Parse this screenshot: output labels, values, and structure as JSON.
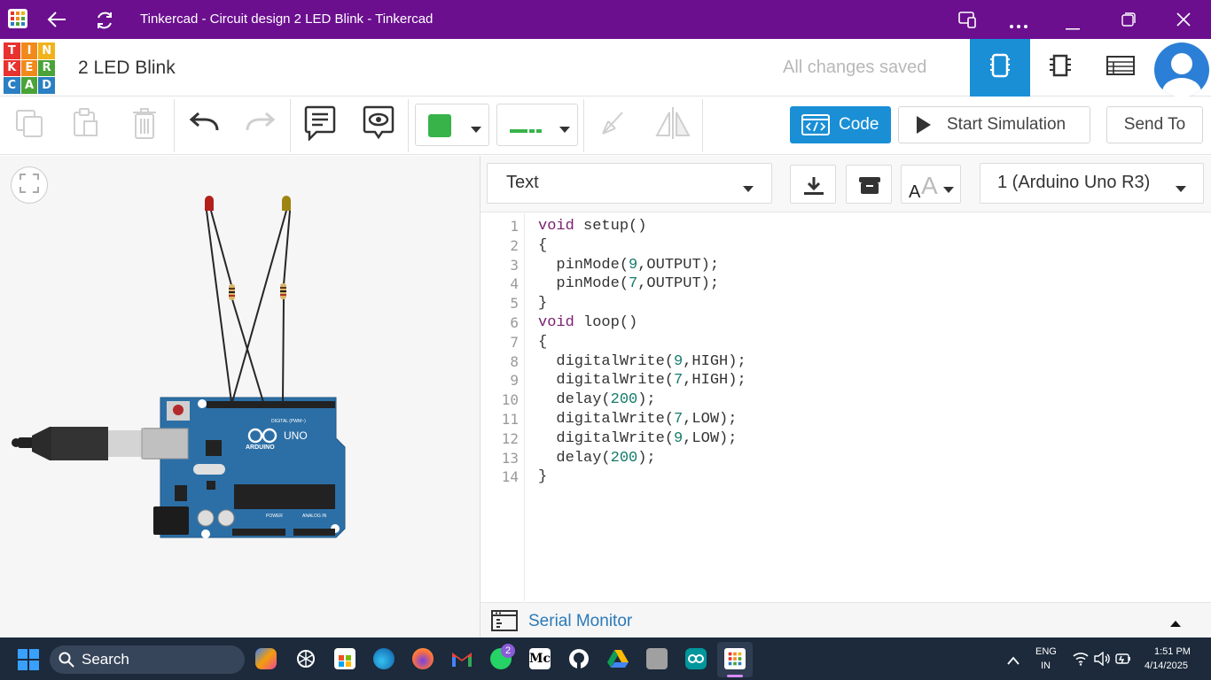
{
  "window": {
    "title": "Tinkercad - Circuit design 2 LED Blink - Tinkercad"
  },
  "header": {
    "logo_letters": [
      "T",
      "I",
      "N",
      "K",
      "E",
      "R",
      "C",
      "A",
      "D"
    ],
    "logo_colors": [
      "#e8322f",
      "#f18a1b",
      "#f1b21b",
      "#e8322f",
      "#f18a1b",
      "#4aa339",
      "#2b7fc3",
      "#4aa339",
      "#2b7fc3"
    ],
    "design_title": "2 LED Blink",
    "save_status": "All changes saved",
    "accent_color": "#1a8fd6"
  },
  "toolbar": {
    "code_label": "Code",
    "start_simulation_label": "Start Simulation",
    "send_to_label": "Send To",
    "fill_color": "#38b34a"
  },
  "code_editor": {
    "mode_label": "Text",
    "device_label": "1 (Arduino Uno R3)",
    "line_numbers": [
      "1",
      "2",
      "3",
      "4",
      "5",
      "6",
      "7",
      "8",
      "9",
      "10",
      "11",
      "12",
      "13",
      "14"
    ],
    "lines": [
      "void setup()",
      "{",
      "  pinMode(9,OUTPUT);",
      "  pinMode(7,OUTPUT);",
      "}",
      "void loop()",
      "{",
      "  digitalWrite(9,HIGH);",
      "  digitalWrite(7,HIGH);",
      "  delay(200);",
      "  digitalWrite(7,LOW);",
      "  digitalWrite(9,LOW);",
      "  delay(200);",
      "}"
    ]
  },
  "serial_monitor": {
    "label": "Serial Monitor"
  },
  "circuit": {
    "board_brand": "ARDUINO",
    "board_model": "UNO",
    "digital_label": "DIGITAL (PWM~)",
    "power_label": "POWER",
    "analog_label": "ANALOG IN",
    "led_colors": [
      "#b3201b",
      "#a08412"
    ]
  },
  "taskbar": {
    "search_placeholder": "Search",
    "whatsapp_badge": "2",
    "language": "ENG",
    "region": "IN",
    "time": "1:51 PM",
    "date": "4/14/2025"
  }
}
